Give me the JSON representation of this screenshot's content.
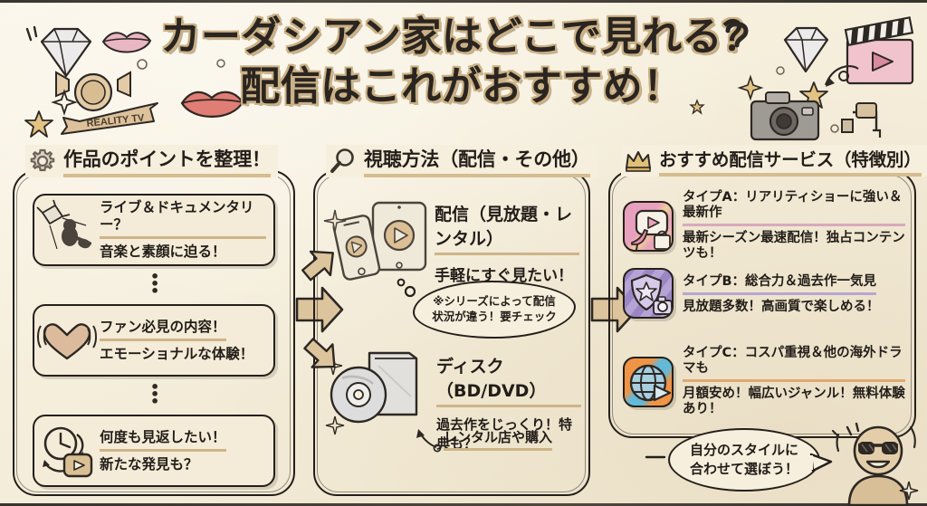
{
  "page": {
    "background_color": "#f6efdd",
    "ink_color": "#241f1a",
    "accent_underline": "#cdb488"
  },
  "header": {
    "title_line1": "カーダシアン家はどこで見れる？",
    "title_line2": "配信はこれがおすすめ！",
    "ribbon_label": "REALITY TV",
    "decor": [
      "diamond-icon",
      "lips-icon",
      "sparkle-icon",
      "star-icon",
      "award-ribbon-icon",
      "clapperboard-icon",
      "camera-icon",
      "faucet-icon",
      "curved-arrow-icon"
    ]
  },
  "columns": [
    {
      "id": "points",
      "icon": "gear-icon",
      "title": "作品のポイントを整理！",
      "cards": [
        {
          "icon": "stage-light-guitarist-icon",
          "line1": "ライブ＆ドキュメンタリー？",
          "line2": "音楽と素顔に迫る！"
        },
        {
          "icon": "heart-pulse-icon",
          "line1": "ファン必見の内容！",
          "line2": "エモーショナルな体験！"
        },
        {
          "icon": "clock-replay-play-icon",
          "line1": "何度も見返したい！",
          "line2": "新たな発見も？"
        }
      ]
    },
    {
      "id": "how-to-watch",
      "icon": "magnifier-icon",
      "title": "視聴方法（配信・その他）",
      "blocks": [
        {
          "icon": "phone-tablet-play-icon",
          "heading": "配信（見放題・レンタル）",
          "sub": "手軽にすぐ見たい！"
        },
        {
          "icon": "disc-case-icon",
          "heading": "ディスク（BD/DVD）",
          "sub": "過去作をじっくり！特典も？",
          "note": "レンタル店や購入"
        }
      ],
      "cloud_note_line1": "※シリーズによって配信",
      "cloud_note_line2": "状況が違う！要チェック"
    },
    {
      "id": "services",
      "icon": "crown-icon",
      "title": "おすすめ配信サービス（特徴別）",
      "cards": [
        {
          "tile_icon": "play-heel-bag-tile-icon",
          "tile_colors": [
            "#e7a0bd",
            "#f0cf9a"
          ],
          "line1": "タイプA：リアリティショーに強い＆最新作",
          "line2": "最新シーズン最速配信！独占コンテンツも！"
        },
        {
          "tile_icon": "shield-star-camera-tile-icon",
          "tile_colors": [
            "#9b86c4",
            "#c3b1dd"
          ],
          "line1": "タイプB：総合力＆過去作一気見",
          "line2": "見放題多数！高画質で楽しめる！"
        },
        {
          "tile_icon": "globe-play-tile-icon",
          "tile_colors": [
            "#ef9446",
            "#62b9d8"
          ],
          "line1": "タイプC：コスパ重視＆他の海外ドラマも",
          "line2": "月額安め！幅広いジャンル！無料体験あり！"
        }
      ]
    }
  ],
  "footer": {
    "bubble_line1": "自分のスタイルに",
    "bubble_line2": "合わせて選ぼう！",
    "character": "sunglasses-person-icon"
  },
  "arrows": [
    {
      "name": "arrow-points-to-methods",
      "direction": "right"
    },
    {
      "name": "arrow-methods-to-services",
      "direction": "right"
    },
    {
      "name": "arrow-to-streaming",
      "direction": "up-right"
    },
    {
      "name": "arrow-to-disc",
      "direction": "down-right"
    }
  ]
}
